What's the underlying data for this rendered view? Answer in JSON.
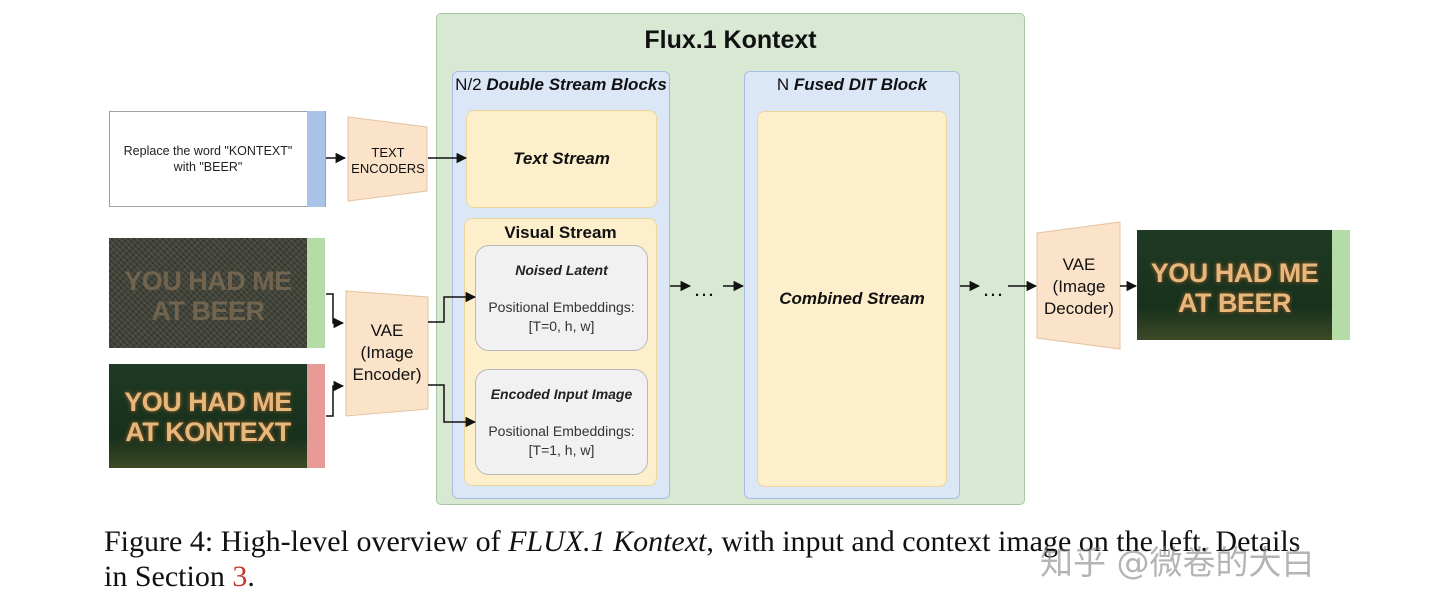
{
  "diagram": {
    "title": "Flux.1 Kontext",
    "double_stream": {
      "prefix": "N/2 ",
      "name": "Double Stream Blocks",
      "text_stream": "Text Stream",
      "visual_stream": "Visual Stream",
      "noised_latent": {
        "title": "Noised Latent",
        "pos_label": "Positional Embeddings:",
        "pos_value": "[T=0, h, w]"
      },
      "encoded_input": {
        "title": "Encoded Input Image",
        "pos_label": "Positional Embeddings:",
        "pos_value": "[T=1, h, w]"
      }
    },
    "fused": {
      "prefix": "N ",
      "name": "Fused DIT Block",
      "combined_stream": "Combined Stream"
    },
    "inputs": {
      "prompt_line1": "Replace the word \"KONTEXT\"",
      "prompt_line2": "with \"BEER\"",
      "noised_image_text_1": "YOU HAD ME",
      "noised_image_text_2": "AT BEER",
      "context_image_text_1": "YOU HAD ME",
      "context_image_text_2": "AT KONTEXT"
    },
    "encoders": {
      "text_line1": "TEXT",
      "text_line2": "ENCODERS",
      "vae_enc_line1": "VAE",
      "vae_enc_line2": "(Image",
      "vae_enc_line3": "Encoder)"
    },
    "decoder": {
      "line1": "VAE",
      "line2": "(Image",
      "line3": "Decoder)"
    },
    "output": {
      "image_text_1": "YOU HAD ME",
      "image_text_2": "AT BEER"
    },
    "ellipsis": "…"
  },
  "caption": {
    "prefix": "Figure 4: High-level overview of ",
    "model_name": "FLUX.1 Kontext",
    "middle": ", with input and context image on the left. Details",
    "line2_prefix": "in Section ",
    "ref": "3",
    "line2_suffix": "."
  },
  "watermark": "知乎 @微卷的大白",
  "colors": {
    "frame_green": "#d8e8d3",
    "panel_blue": "#dbe6f6",
    "box_yellow": "#fdefcc",
    "encoder_peach": "#fbe3c9",
    "ref_red": "#c0392b"
  }
}
